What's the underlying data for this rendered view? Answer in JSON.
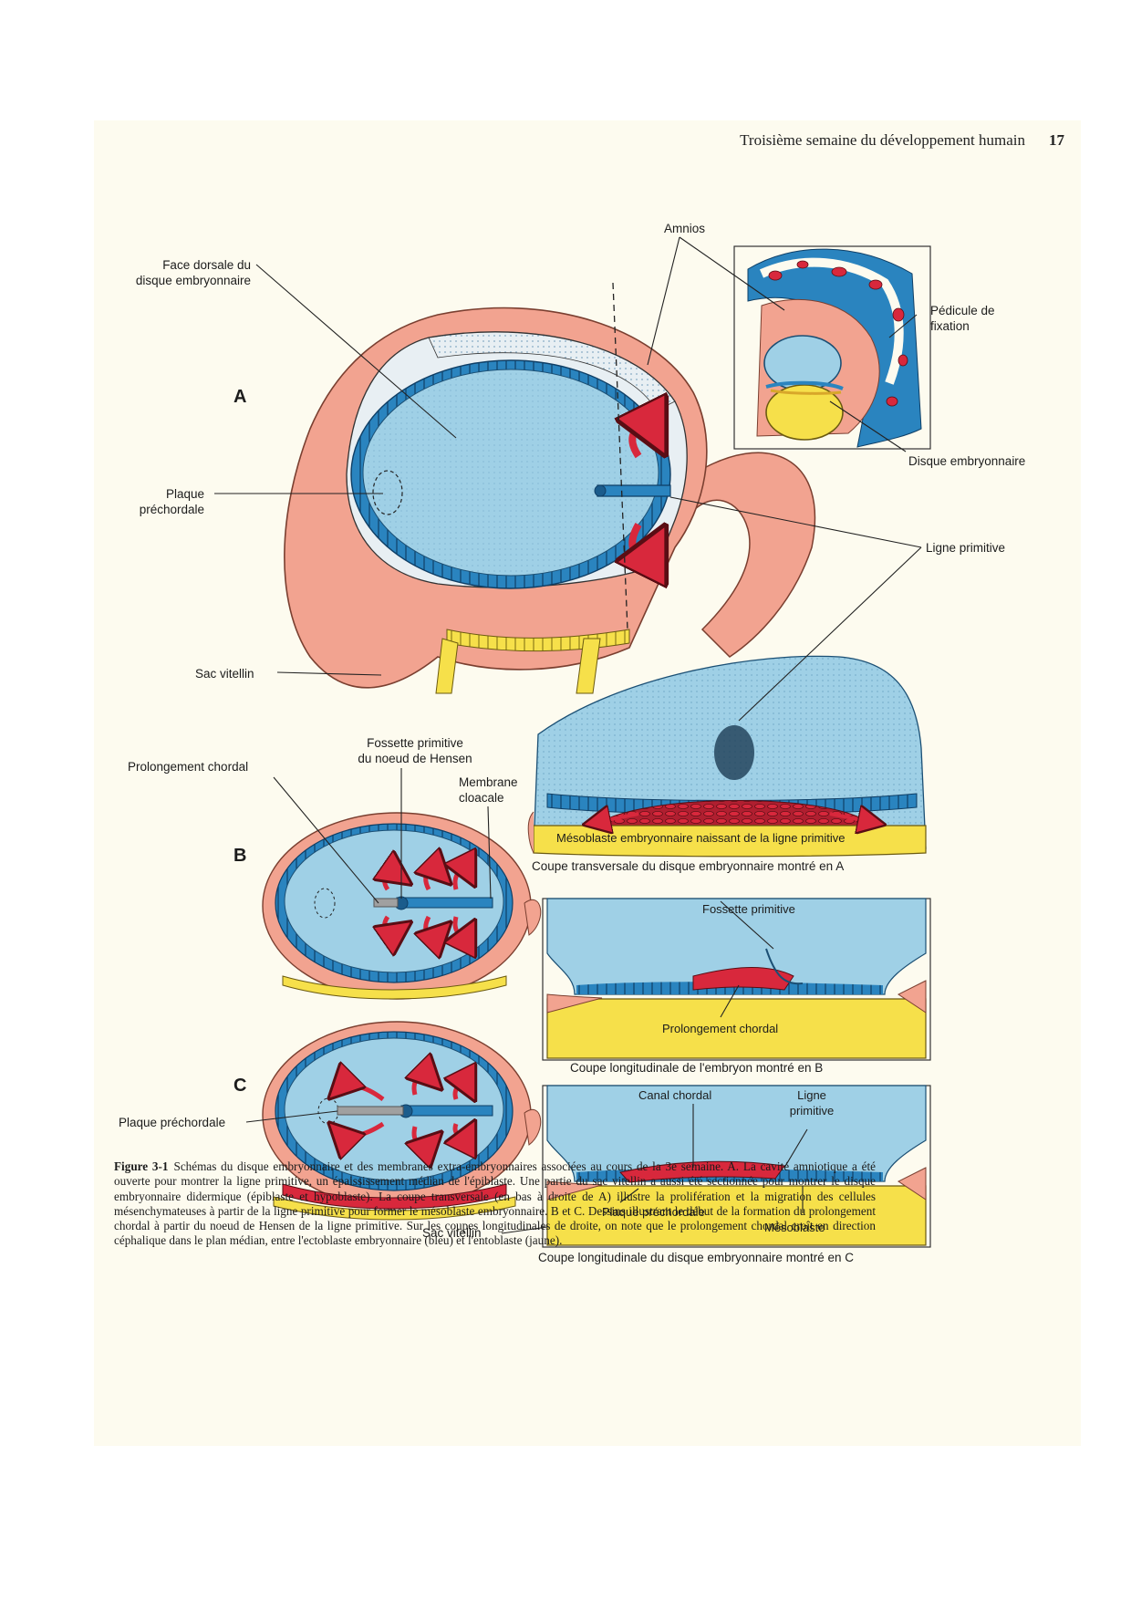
{
  "header": {
    "running_title": "Troisième semaine du développement humain",
    "page_number": "17"
  },
  "colors": {
    "pink": "#f2a390",
    "blue": "#9fd0e6",
    "dark_blue": "#2a84bf",
    "yellow": "#f6e04a",
    "red": "#d8283c",
    "grey": "#9a9a9a"
  },
  "panel_letters": {
    "a": "A",
    "b": "B",
    "c": "C"
  },
  "labels": {
    "amnios": "Amnios",
    "face_dorsale_1": "Face dorsale du",
    "face_dorsale_2": "disque embryonnaire",
    "pedicule_1": "Pédicule de",
    "pedicule_2": "fixation",
    "disque_embryonnaire": "Disque embryonnaire",
    "plaque_prechordale_a1": "Plaque",
    "plaque_prechordale_a2": "préchordale",
    "ligne_primitive": "Ligne primitive",
    "sac_vitellin_a": "Sac vitellin",
    "fossette_primitive_b1": "Fossette primitive",
    "fossette_primitive_b2": "du noeud de Hensen",
    "membrane_cloacale_1": "Membrane",
    "membrane_cloacale_2": "cloacale",
    "prolongement_chordal_b": "Prolongement chordal",
    "mesoblaste_naissant": "Mésoblaste embryonnaire naissant de la ligne primitive",
    "coupe_transversale": "Coupe transversale du disque embryonnaire montré en A",
    "fossette_primitive_sec": "Fossette primitive",
    "prolongement_chordal_sec": "Prolongement chordal",
    "coupe_longitudinale_b": "Coupe longitudinale de l'embryon montré en B",
    "plaque_prechordale_c": "Plaque préchordale",
    "canal_chordal": "Canal chordal",
    "ligne_primitive_c1": "Ligne",
    "ligne_primitive_c2": "primitive",
    "plaque_prechordale_sec": "Plaque préchordale",
    "mesoblaste_sec": "Mésoblaste",
    "sac_vitellin_c": "Sac vitellin",
    "coupe_longitudinale_c": "Coupe longitudinale du disque embryonnaire montré en C"
  },
  "caption": {
    "figure_id": "Figure 3-1",
    "text": "Schémas du disque embryonnaire et des membranes extra-embryonnaires associées au cours de la 3e semaine. A. La cavité amniotique a été ouverte pour montrer la ligne primitive, un épaississement médian de l'épiblaste. Une partie du sac vitellin a aussi été sectionnée pour montrer le disque embryonnaire didermique (épiblaste et hypoblaste). La coupe transversale (en bas à droite de A) illustre la prolifération et la migration des cellules mésenchymateuses à partir de la ligne primitive pour former le mésoblaste embryonnaire. B et C. Dessins illustrant le début de la formation du prolongement chordal à partir du noeud de Hensen de la ligne primitive. Sur les coupes longitudinales de droite, on note que le prolongement chordal croît en direction céphalique dans le plan médian, entre l'ectoblaste embryonnaire (bleu) et l'entoblaste (jaune)."
  }
}
